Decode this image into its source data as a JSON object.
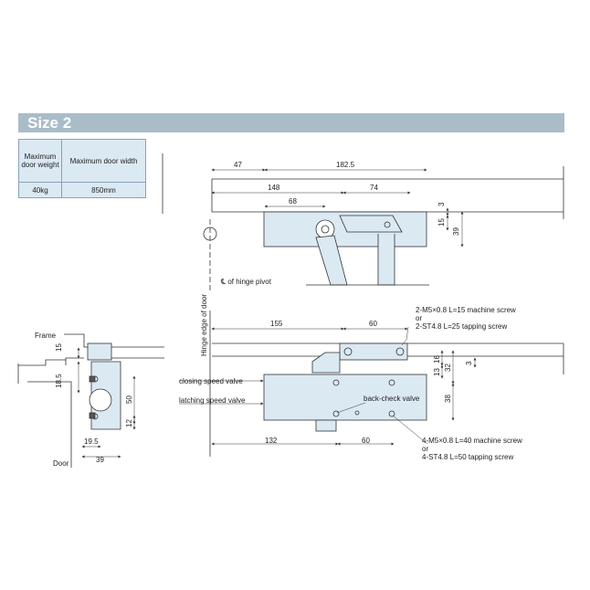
{
  "banner": {
    "title": "Size 2"
  },
  "table": {
    "col1_header": "Maximum door weight",
    "col2_header": "Maximum door width",
    "col1_value": "40kg",
    "col2_value": "850mm"
  },
  "side_view": {
    "frame_label": "Frame",
    "door_label": "Door",
    "dim_15": "15",
    "dim_18_5": "18.5",
    "dim_50": "50",
    "dim_12": "12",
    "dim_19_5": "19.5",
    "dim_39": "39"
  },
  "top_view": {
    "dim_47": "47",
    "dim_182_5": "182.5",
    "dim_148": "148",
    "dim_74": "74",
    "dim_68": "68",
    "dim_3": "3",
    "dim_15": "15",
    "dim_39": "39",
    "hinge_pivot_label": "℄ of hinge pivot"
  },
  "front_view": {
    "hinge_edge_label": "Hinge edge of door",
    "dim_155": "155",
    "dim_60_top": "60",
    "dim_16": "16",
    "dim_13": "13",
    "dim_3": "3",
    "dim_32": "32",
    "dim_38": "38",
    "dim_132": "132",
    "dim_60_bottom": "60",
    "screw_top_1": "2-M5×0.8 L=15 machine screw",
    "screw_top_or": "or",
    "screw_top_2": "2-ST4.8 L=25 tapping screw",
    "closing_valve": "closing speed valve",
    "latching_valve": "latching speed valve",
    "backcheck_valve": "back-check valve",
    "screw_bottom_1": "4-M5×0.8 L=40 machine screw",
    "screw_bottom_or": "or",
    "screw_bottom_2": "4-ST4.8 L=50 tapping screw"
  }
}
